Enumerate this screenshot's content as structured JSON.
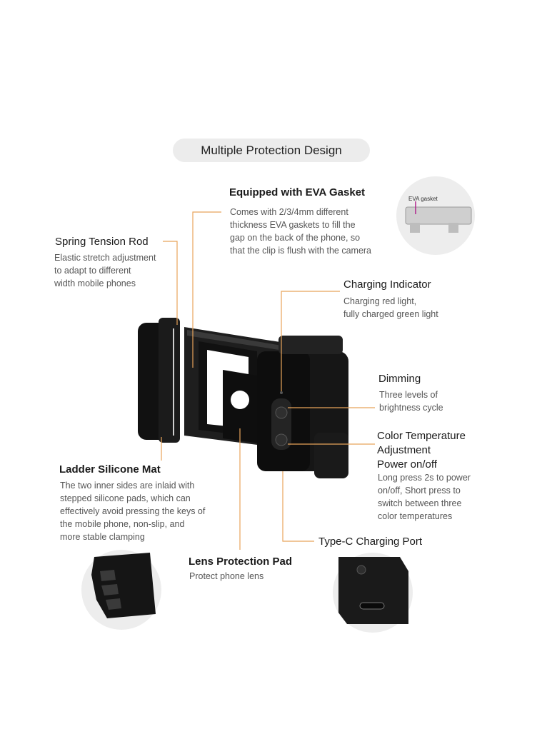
{
  "banner": {
    "title": "Multiple Protection Design"
  },
  "features": {
    "eva": {
      "title": "Equipped with EVA Gasket",
      "desc": [
        "Comes with 2/3/4mm different",
        "thickness EVA gaskets to fill the",
        "gap on the back of the phone, so",
        "that the clip is flush with the camera"
      ],
      "inset_label": "EVA gasket"
    },
    "spring": {
      "title": "Spring Tension Rod",
      "desc": [
        "Elastic stretch adjustment",
        "to adapt to different",
        "width mobile phones"
      ]
    },
    "charging_indicator": {
      "title": "Charging Indicator",
      "desc": [
        "Charging red light,",
        "fully charged green light"
      ]
    },
    "dimming": {
      "title": "Dimming",
      "desc": [
        "Three levels of",
        "brightness cycle"
      ]
    },
    "color_temp": {
      "title_lines": [
        "Color Temperature",
        "Adjustment",
        "Power on/off"
      ],
      "desc": [
        "Long press 2s to power",
        "on/off, Short press to",
        "switch between three",
        "color temperatures"
      ]
    },
    "ladder": {
      "title": "Ladder Silicone Mat",
      "desc": [
        "The two inner sides are inlaid with",
        "stepped silicone pads, which can",
        "effectively avoid pressing the keys of",
        "the mobile phone, non-slip, and",
        "more stable clamping"
      ]
    },
    "lens": {
      "title": "Lens Protection Pad",
      "desc": [
        "Protect phone lens"
      ]
    },
    "typec": {
      "title": "Type-C Charging Port"
    }
  },
  "colors": {
    "accent_line": "#e8a45a",
    "body": "#1b1b1b",
    "pill_bg": "#ececec"
  }
}
